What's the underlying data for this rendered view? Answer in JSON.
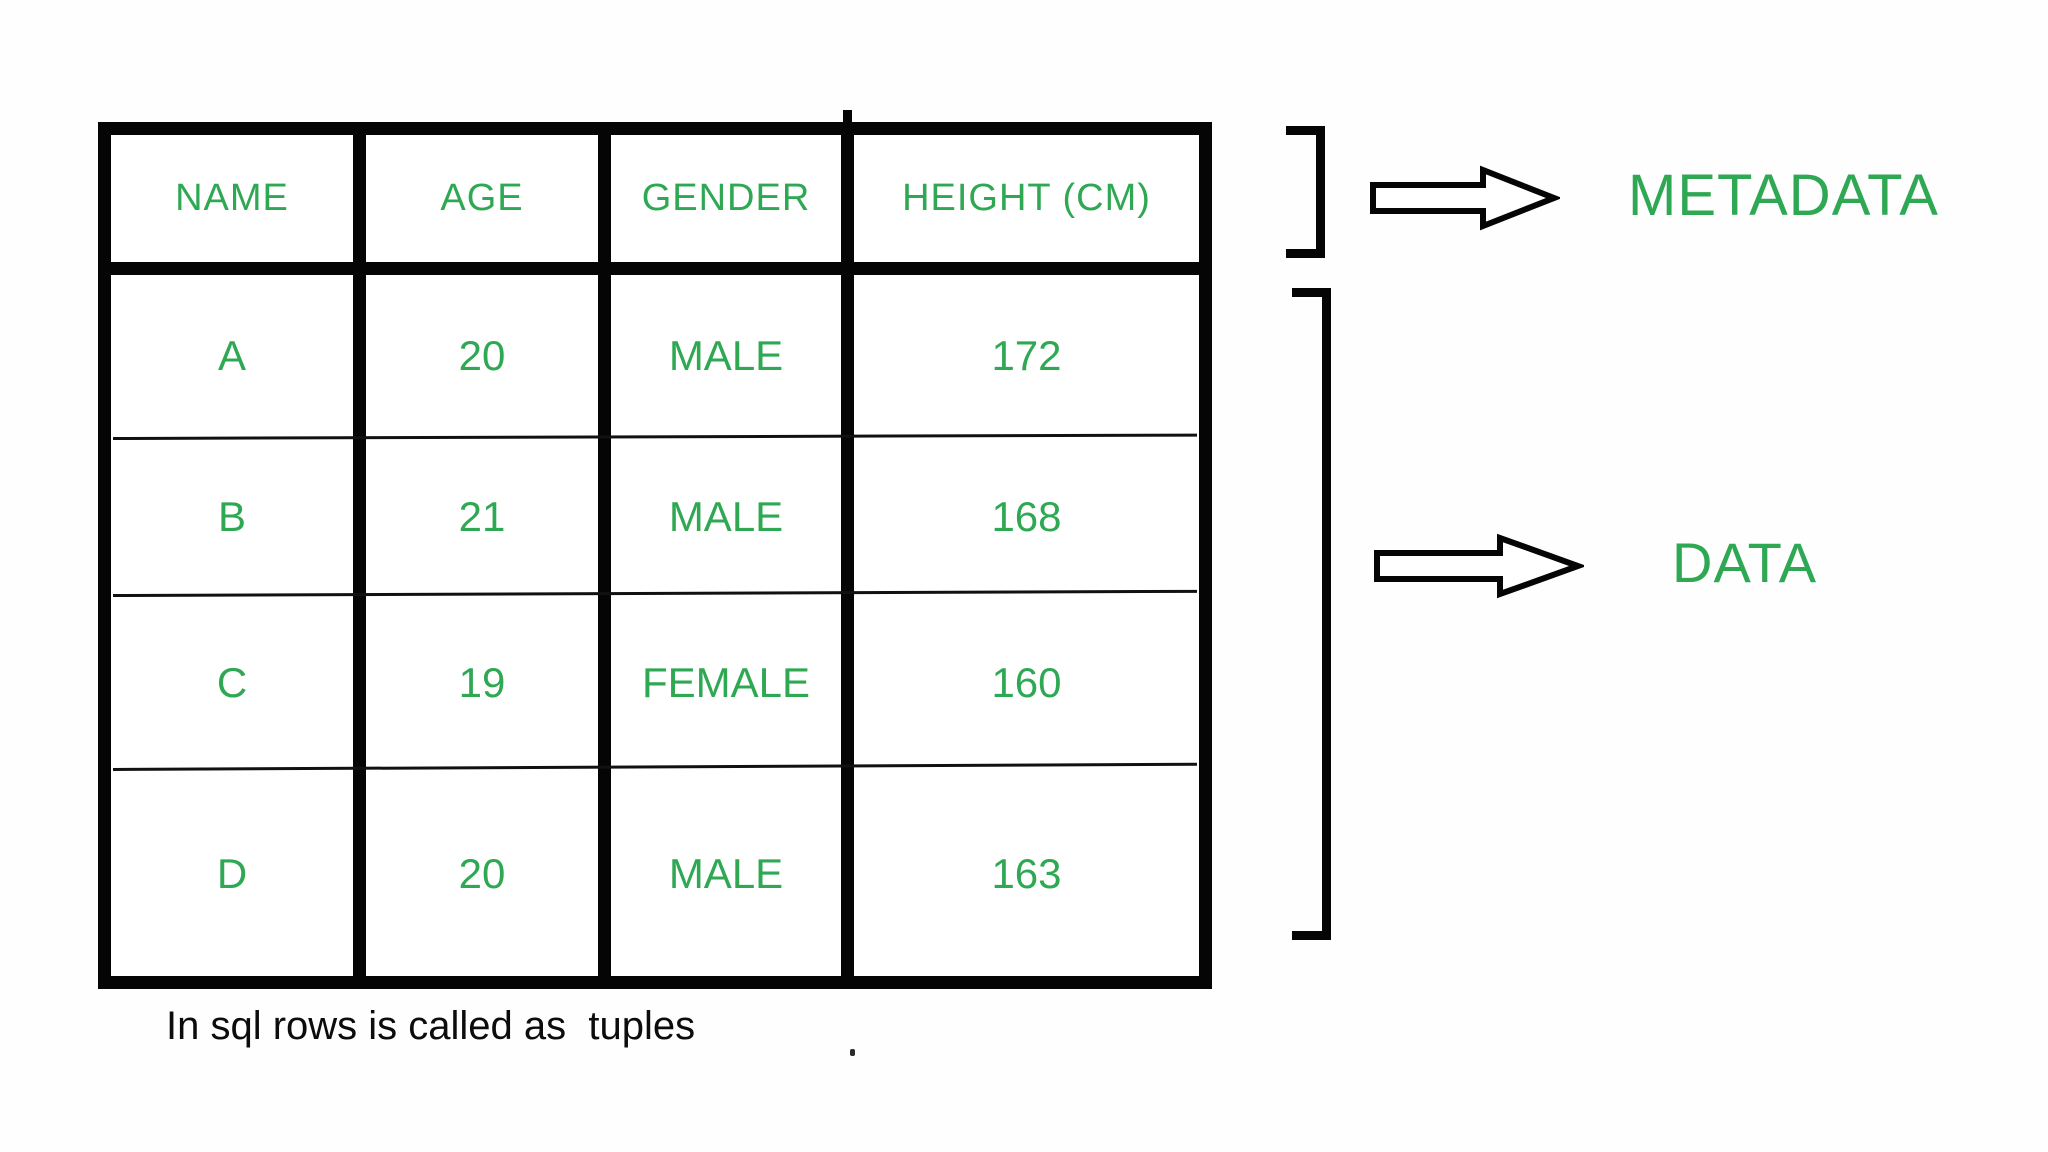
{
  "table": {
    "columns": [
      "NAME",
      "AGE",
      "GENDER",
      "HEIGHT (CM)"
    ],
    "rows": [
      [
        "A",
        "20",
        "MALE",
        "172"
      ],
      [
        "B",
        "21",
        "MALE",
        "168"
      ],
      [
        "C",
        "19",
        "FEMALE",
        "160"
      ],
      [
        "D",
        "20",
        "MALE",
        "163"
      ]
    ]
  },
  "labels": {
    "metadata": "METADATA",
    "data": "DATA",
    "caption": "In sql rows is called as  tuples"
  },
  "icons": {
    "metadata_bracket": "square-bracket",
    "data_bracket": "square-bracket",
    "metadata_arrow": "right-block-arrow",
    "data_arrow": "right-block-arrow"
  },
  "colors": {
    "accent_green": "#2EA853",
    "ink_black": "#050505",
    "background": "#FFFFFF"
  }
}
